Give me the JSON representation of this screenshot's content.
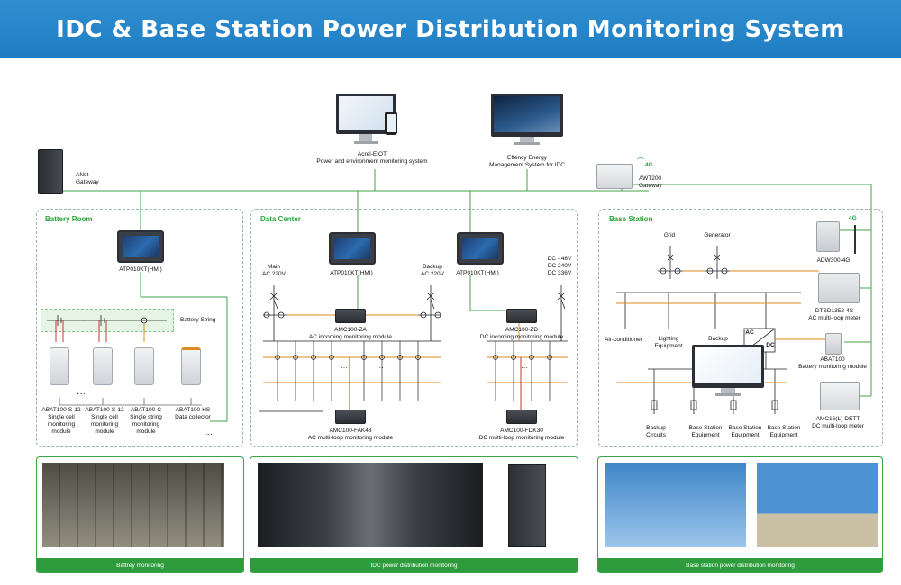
{
  "header": {
    "title": "IDC & Base Station Power Distribution Monitoring System"
  },
  "top": {
    "anet": {
      "name": "ANet",
      "sub": "Gateway"
    },
    "eiot": {
      "name": "Acrel-EIOT",
      "sub": "Power and environment monitoring system"
    },
    "effency": {
      "name": "Effency Energy",
      "sub": "Management System for IDC"
    },
    "awt": {
      "signal": "4G",
      "name": "AWT200",
      "sub": "Gateway"
    }
  },
  "battery_room": {
    "title": "Battery Room",
    "hmi": "ATP010KT(HMI)",
    "string_label": "Battery String",
    "modules": [
      {
        "name": "ABAT100-S-12",
        "desc": [
          "Single cell",
          "monitoring",
          "module"
        ]
      },
      {
        "name": "ABAT100-S-12",
        "desc": [
          "Single cell",
          "monitoring",
          "module"
        ]
      },
      {
        "name": "ABAT100-C",
        "desc": [
          "Single string",
          "monitoring",
          "module"
        ]
      },
      {
        "name": "ABAT100-HS",
        "desc": [
          "Data collector"
        ]
      }
    ],
    "ellipsis": "···"
  },
  "data_center": {
    "title": "Data Center",
    "hmi1": "ATP010KT(HMI)",
    "hmi2": "ATP010KT(HMI)",
    "main": [
      "Main",
      "AC 220V"
    ],
    "backup": [
      "Backup",
      "AC 220V"
    ],
    "dc_levels": [
      "DC - 48V",
      "DC 240V",
      "DC 336V"
    ],
    "amc_za": {
      "name": "AMC100-ZA",
      "desc": "AC incoming monitoring module"
    },
    "amc_zd": {
      "name": "AMC100-ZD",
      "desc": "DC incoming monitoring module"
    },
    "amc_fak": {
      "name": "AMC100-FAK48",
      "desc": "AC multi-loop monitoring module"
    },
    "amc_fdk": {
      "name": "AMC100-FDK30",
      "desc": "DC multi-loop monitoring module"
    }
  },
  "base_station": {
    "title": "Base Station",
    "grid": "Grid",
    "generator": "Generator",
    "adw": {
      "signal": "4G",
      "name": "ADW300-4G"
    },
    "dtsd": {
      "name": "DTSD1352-4S",
      "desc": "AC multi-loop meter"
    },
    "abat": {
      "name": "ABAT100",
      "desc": "Battery monitoring module"
    },
    "amc16": {
      "name": "AMC16(L)-DETT",
      "desc": "DC multi-loop meter"
    },
    "air": "Air-conditioner",
    "lighting": [
      "Lighting",
      "Equipment"
    ],
    "backup": "Backup",
    "ac": "AC",
    "dc": "DC",
    "loads": [
      [
        "Backup",
        "Circuits"
      ],
      [
        "Base Station",
        "Equipment"
      ],
      [
        "Base Station",
        "Equipment"
      ],
      [
        "Base Station",
        "Equipment"
      ]
    ]
  },
  "photos": {
    "battery": "Battrey monitoring",
    "idc": "IDC power distribution monitoring",
    "base": "Base station power distribution monitoring"
  }
}
